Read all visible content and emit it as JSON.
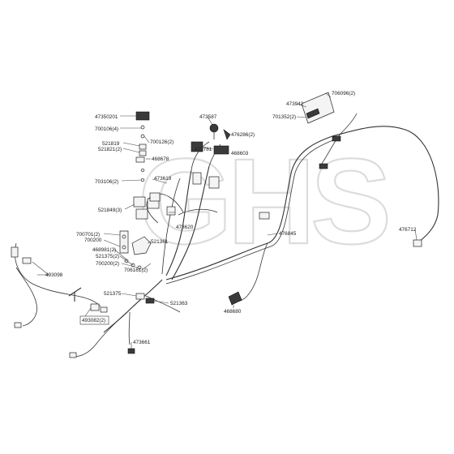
{
  "watermark": "GHS",
  "labels": {
    "p473350201": "47350201",
    "p700106": "700106(4)",
    "p521819": "521819",
    "p521821": "521821(2)",
    "p700126": "700126(2)",
    "p468678": "468678",
    "p703106": "703106(2)",
    "p473619": "473619",
    "p521849": "521849(3)",
    "p473620": "473620",
    "p700701": "700701(2)",
    "p700200a": "700200",
    "p521361": "521361",
    "p468981": "468981(2)",
    "p521375b": "521375(2)",
    "p700200b": "700200(2)",
    "p706161": "706161(2)",
    "p521375": "521375",
    "p521363": "521363",
    "p493082": "493082(2)",
    "p493098": "493098",
    "p473661": "473661",
    "p473587": "473587",
    "p476286": "476286(2)",
    "p473781": "473781",
    "p468603": "468603",
    "p473942": "473942",
    "p706096": "706096(2)",
    "p701352": "701352(2)",
    "p476845": "476845",
    "p476712": "476712",
    "p468680": "468680"
  }
}
